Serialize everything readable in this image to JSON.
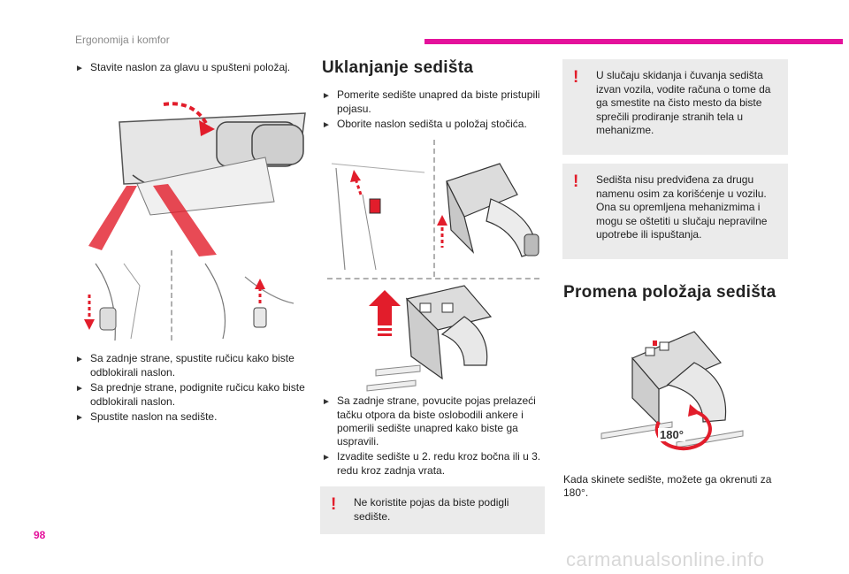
{
  "header": {
    "section": "Ergonomija i komfor",
    "accent_color": "#e4119b"
  },
  "page_number": "98",
  "watermark": "carmanualsonline.info",
  "col1": {
    "bullet_top": "Stavite naslon za glavu u spušteni položaj.",
    "bullets": [
      "Sa zadnje strane, spustite ručicu kako biste odblokirali naslon.",
      "Sa prednje strane, podignite ručicu kako biste odblokirali naslon.",
      "Spustite naslon na sedište."
    ]
  },
  "col2": {
    "title": "Uklanjanje sedišta",
    "bullets_top": [
      "Pomerite sedište unapred da biste pristupili pojasu.",
      "Oborite naslon sedišta u položaj stočića."
    ],
    "bullets_bottom": [
      "Sa zadnje strane, povucite pojas prelazeći tačku otpora da biste oslobodili ankere i pomerili sedište unapred kako biste ga uspravili.",
      "Izvadite sedište u 2. redu kroz bočna ili u 3. redu kroz zadnja vrata."
    ],
    "note": "Ne koristite pojas da biste podigli sedište."
  },
  "col3": {
    "note1": "U slučaju skidanja i čuvanja sedišta izvan vozila, vodite računa o tome da ga smestite na čisto mesto da biste sprečili prodiranje stranih tela u mehanizme.",
    "note2": "Sedišta nisu predviđena za drugu namenu osim za korišćenje u vozilu. Ona su opremljena mehanizmima i mogu se oštetiti u slučaju nepravilne upotrebe ili ispuštanja.",
    "title": "Promena položaja sedišta",
    "rotation_label": "180°",
    "caption": "Kada skinete sedište, možete ga okrenuti za 180°."
  },
  "bullet_icon": "arrow-bullet-icon",
  "warning_icon": "exclamation-warning-icon"
}
